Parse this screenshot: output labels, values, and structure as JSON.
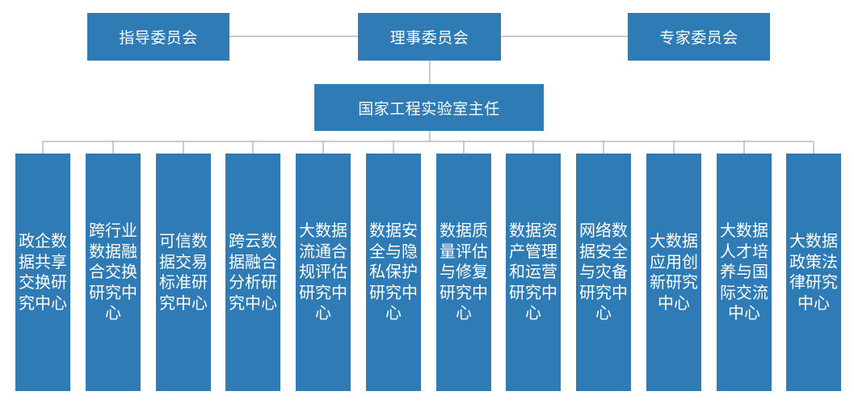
{
  "colors": {
    "box": "#2e7bb6",
    "line": "#9a9a9a",
    "text": "#ffffff"
  },
  "top": {
    "left": "指导委员会",
    "center": "理事委员会",
    "right": "专家委员会"
  },
  "director": "国家工程实验室主任",
  "centers": [
    "政企数据共享交换研究中心",
    "跨行业数据融合交换研究中心",
    "可信数据交易标准研究中心",
    "跨云数据融合分析研究中心",
    "大数据流通合规评估研究中心",
    "数据安全与隐私保护研究中心",
    "数据质量评估与修复研究中心",
    "数据资产管理和运营研究中心",
    "网络数据安全与灾备研究中心",
    "大数据应用创新研究中心",
    "大数据人才培养与国际交流中心",
    "大数据政策法律研究中心"
  ]
}
